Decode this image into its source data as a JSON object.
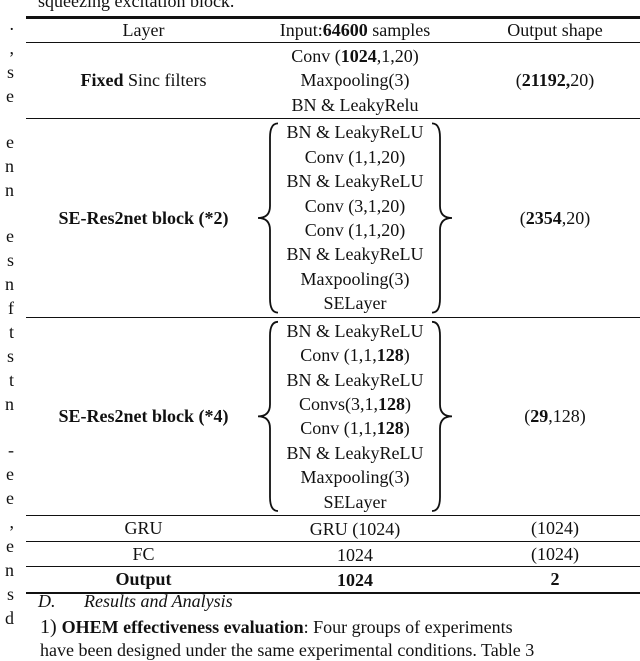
{
  "left_margin_fragments": [
    ".",
    ",",
    "s",
    "e",
    "e",
    "n",
    "n",
    "e",
    "s",
    "n",
    "f",
    "t",
    "s",
    "t",
    "n",
    "-",
    "e",
    "e",
    ",",
    "e",
    "n",
    "s",
    "d"
  ],
  "caption_fragment": "squeezing excitation block.",
  "table": {
    "headers": {
      "layer": "Layer",
      "input_prefix": "Input:",
      "input_bold": "64600",
      "input_suffix": " samples",
      "output": "Output shape"
    },
    "rows": [
      {
        "layer_bold": "Fixed",
        "layer_rest": " Sinc filters",
        "ops": [
          [
            {
              "t": "Conv ("
            },
            {
              "t": "1024",
              "b": true
            },
            {
              "t": ",1,20)"
            }
          ],
          [
            {
              "t": "Maxpooling(3)"
            }
          ],
          [
            {
              "t": "BN & LeakyRelu"
            }
          ]
        ],
        "output": [
          {
            "t": "("
          },
          {
            "t": "21192,",
            "b": true
          },
          {
            "t": "20)"
          }
        ]
      },
      {
        "layer_bold": "SE-Res2net block (*2)",
        "layer_rest": "",
        "ops": [
          [
            {
              "t": "BN & LeakyReLU"
            }
          ],
          [
            {
              "t": "Conv (1,1,20)"
            }
          ],
          [
            {
              "t": "BN & LeakyReLU"
            }
          ],
          [
            {
              "t": "Conv (3,1,20)"
            }
          ],
          [
            {
              "t": "Conv (1,1,20)"
            }
          ],
          [
            {
              "t": "BN & LeakyReLU"
            }
          ],
          [
            {
              "t": "Maxpooling(3)"
            }
          ],
          [
            {
              "t": "SELayer"
            }
          ]
        ],
        "output": [
          {
            "t": "("
          },
          {
            "t": "2354",
            "b": true
          },
          {
            "t": ",20)"
          }
        ]
      },
      {
        "layer_bold": "SE-Res2net block (*4)",
        "layer_rest": "",
        "ops": [
          [
            {
              "t": "BN & LeakyReLU"
            }
          ],
          [
            {
              "t": "Conv (1,1,"
            },
            {
              "t": "128",
              "b": true
            },
            {
              "t": ")"
            }
          ],
          [
            {
              "t": "BN & LeakyReLU"
            }
          ],
          [
            {
              "t": "Convs(3,1,"
            },
            {
              "t": "128",
              "b": true
            },
            {
              "t": ")"
            }
          ],
          [
            {
              "t": "Conv (1,1,"
            },
            {
              "t": "128",
              "b": true
            },
            {
              "t": ")"
            }
          ],
          [
            {
              "t": "BN & LeakyReLU"
            }
          ],
          [
            {
              "t": "Maxpooling(3)"
            }
          ],
          [
            {
              "t": "SELayer"
            }
          ]
        ],
        "output": [
          {
            "t": "("
          },
          {
            "t": "29",
            "b": true
          },
          {
            "t": ",128)"
          }
        ]
      },
      {
        "layer_bold": "",
        "layer_rest": "GRU",
        "ops": [
          [
            {
              "t": "GRU (1024)"
            }
          ]
        ],
        "output": [
          {
            "t": "(1024)"
          }
        ]
      },
      {
        "layer_bold": "",
        "layer_rest": "FC",
        "ops": [
          [
            {
              "t": "1024"
            }
          ]
        ],
        "output": [
          {
            "t": "(1024)"
          }
        ]
      },
      {
        "layer_bold": "Output",
        "layer_rest": "",
        "ops": [
          [
            {
              "t": "1024",
              "b": true
            }
          ]
        ],
        "output": [
          {
            "t": "2",
            "b": true
          }
        ]
      }
    ]
  },
  "section": {
    "number": "D.",
    "title": "Results and Analysis"
  },
  "paragraph": {
    "number": "1)",
    "title": "OHEM effectiveness evaluation",
    "rest": ": Four groups of experiments",
    "next_line_cut": "have been designed under the same experimental conditions. Table 3"
  }
}
